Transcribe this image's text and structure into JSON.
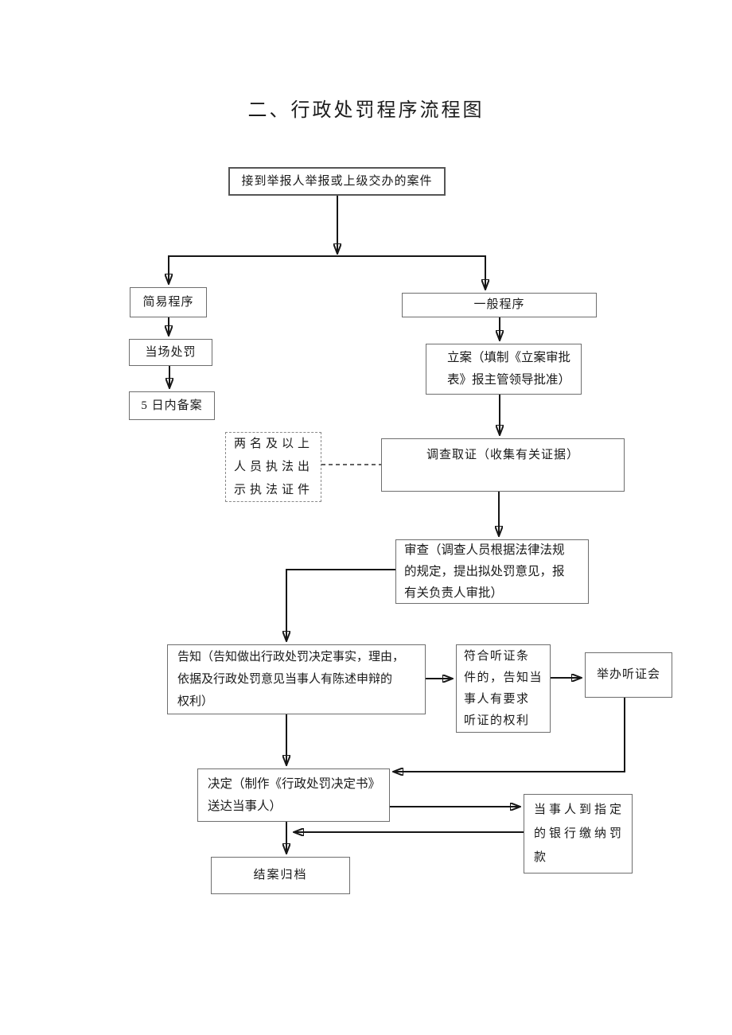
{
  "page": {
    "title": "二、行政处罚程序流程图"
  },
  "flowchart": {
    "nodes": {
      "report": "接到举报人举报或上级交办的案件",
      "simple_procedure": "简易程序",
      "onsite_penalty": "当场处罚",
      "filing_5days": "5 日内备案",
      "general_procedure": "一般程序",
      "case_filing": [
        "立案（填制《立案审批",
        "表》报主管领导批准）"
      ],
      "law_enforcement_note": [
        "两名及以上",
        "人员执法出",
        "示执法证件"
      ],
      "investigation": "调查取证（收集有关证据）",
      "review": [
        "审查（调查人员根据法律法规",
        "的规定，提出拟处罚意见，报",
        "有关负责人审批）"
      ],
      "notification": [
        "告知（告知做出行政处罚决定事实，理由，",
        "依据及行政处罚意见当事人有陈述申辩的",
        "权利）"
      ],
      "hearing_condition": [
        "符合听证条",
        "件的，告知当",
        "事人有要求",
        "听证的权利"
      ],
      "hold_hearing": "举办听证会",
      "decision": [
        "决定（制作《行政处罚决定书》",
        "送达当事人）"
      ],
      "bank_payment": [
        "当事人到指定",
        "的银行缴纳罚",
        "款"
      ],
      "case_closed": "结案归档"
    },
    "colors": {
      "background": "#ffffff",
      "box_border": "#6e6e6e",
      "dashed_border": "#8a8a8a",
      "line": "#161616",
      "text": "#1a1a1a"
    }
  }
}
